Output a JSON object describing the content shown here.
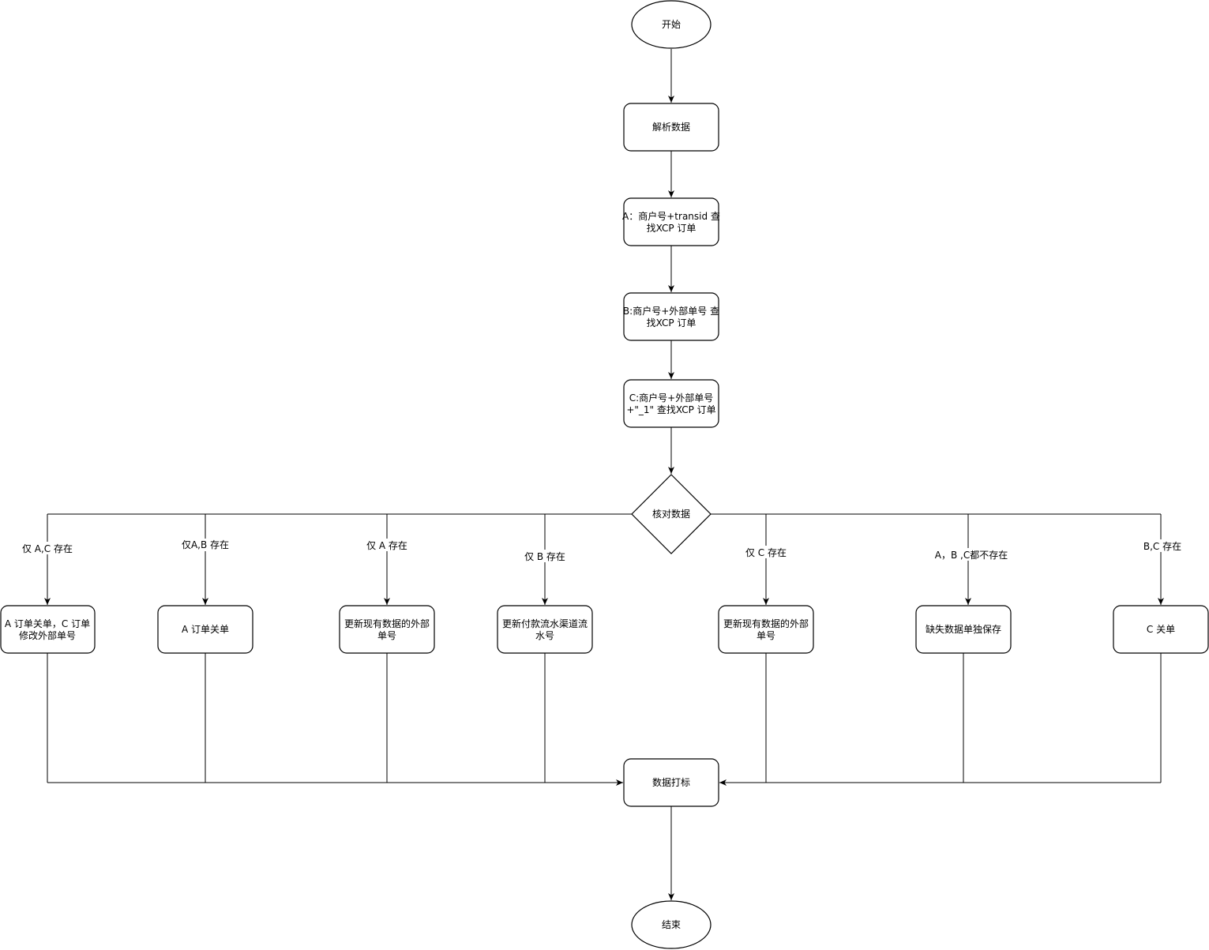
{
  "nodes": {
    "start": "开始",
    "parse": "解析数据",
    "find_a": [
      "A：商户号+transid 查",
      "找XCP 订单"
    ],
    "find_b": [
      "B:商户号+外部单号 查",
      "找XCP 订单"
    ],
    "find_c": [
      "C:商户号+外部单号",
      "+\"_1\" 查找XCP 订单"
    ],
    "check": "核对数据",
    "action_1": [
      "A 订单关单，C 订单",
      "修改外部单号"
    ],
    "action_2": "A 订单关单",
    "action_3": [
      "更新现有数据的外部",
      "单号"
    ],
    "action_4": [
      "更新付款流水渠道流",
      "水号"
    ],
    "action_5": [
      "更新现有数据的外部",
      "单号"
    ],
    "action_6": "缺失数据单独保存",
    "action_7": "C 关单",
    "mark": "数据打标",
    "end": "结束"
  },
  "edge_labels": {
    "ac": "仅 A,C 存在",
    "ab": "仅A,B 存在",
    "a": "仅 A 存在",
    "b": "仅 B 存在",
    "c": "仅 C 存在",
    "none": "A，B ,C都不存在",
    "bc": "B,C 存在"
  },
  "colors": {
    "stroke": "#000000",
    "fill": "#ffffff",
    "text": "#000000"
  }
}
